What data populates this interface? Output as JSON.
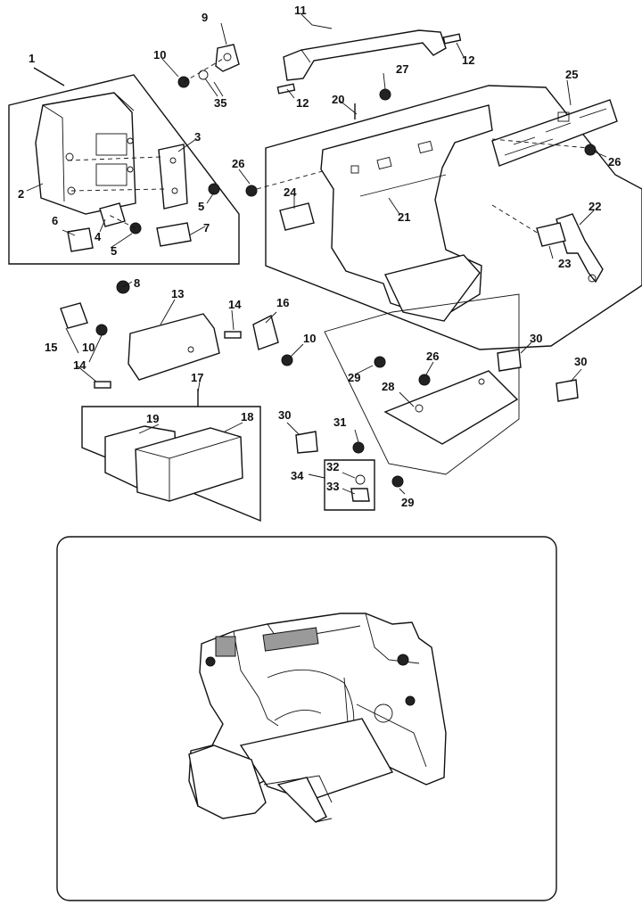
{
  "callouts": {
    "c1": "1",
    "c2": "2",
    "c3": "3",
    "c4": "4",
    "c5a": "5",
    "c5b": "5",
    "c6": "6",
    "c7": "7",
    "c8": "8",
    "c9": "9",
    "c10a": "10",
    "c10b": "10",
    "c10c": "10",
    "c11": "11",
    "c12a": "12",
    "c12b": "12",
    "c13": "13",
    "c14a": "14",
    "c14b": "14",
    "c15": "15",
    "c16": "16",
    "c17": "17",
    "c18": "18",
    "c19": "19",
    "c20": "20",
    "c21": "21",
    "c22": "22",
    "c23": "23",
    "c24": "24",
    "c25": "25",
    "c26a": "26",
    "c26b": "26",
    "c26c": "26",
    "c27": "27",
    "c28": "28",
    "c29a": "29",
    "c29b": "29",
    "c30a": "30",
    "c30b": "30",
    "c30c": "30",
    "c31": "31",
    "c32": "32",
    "c33": "33",
    "c34": "34",
    "c35": "35"
  }
}
